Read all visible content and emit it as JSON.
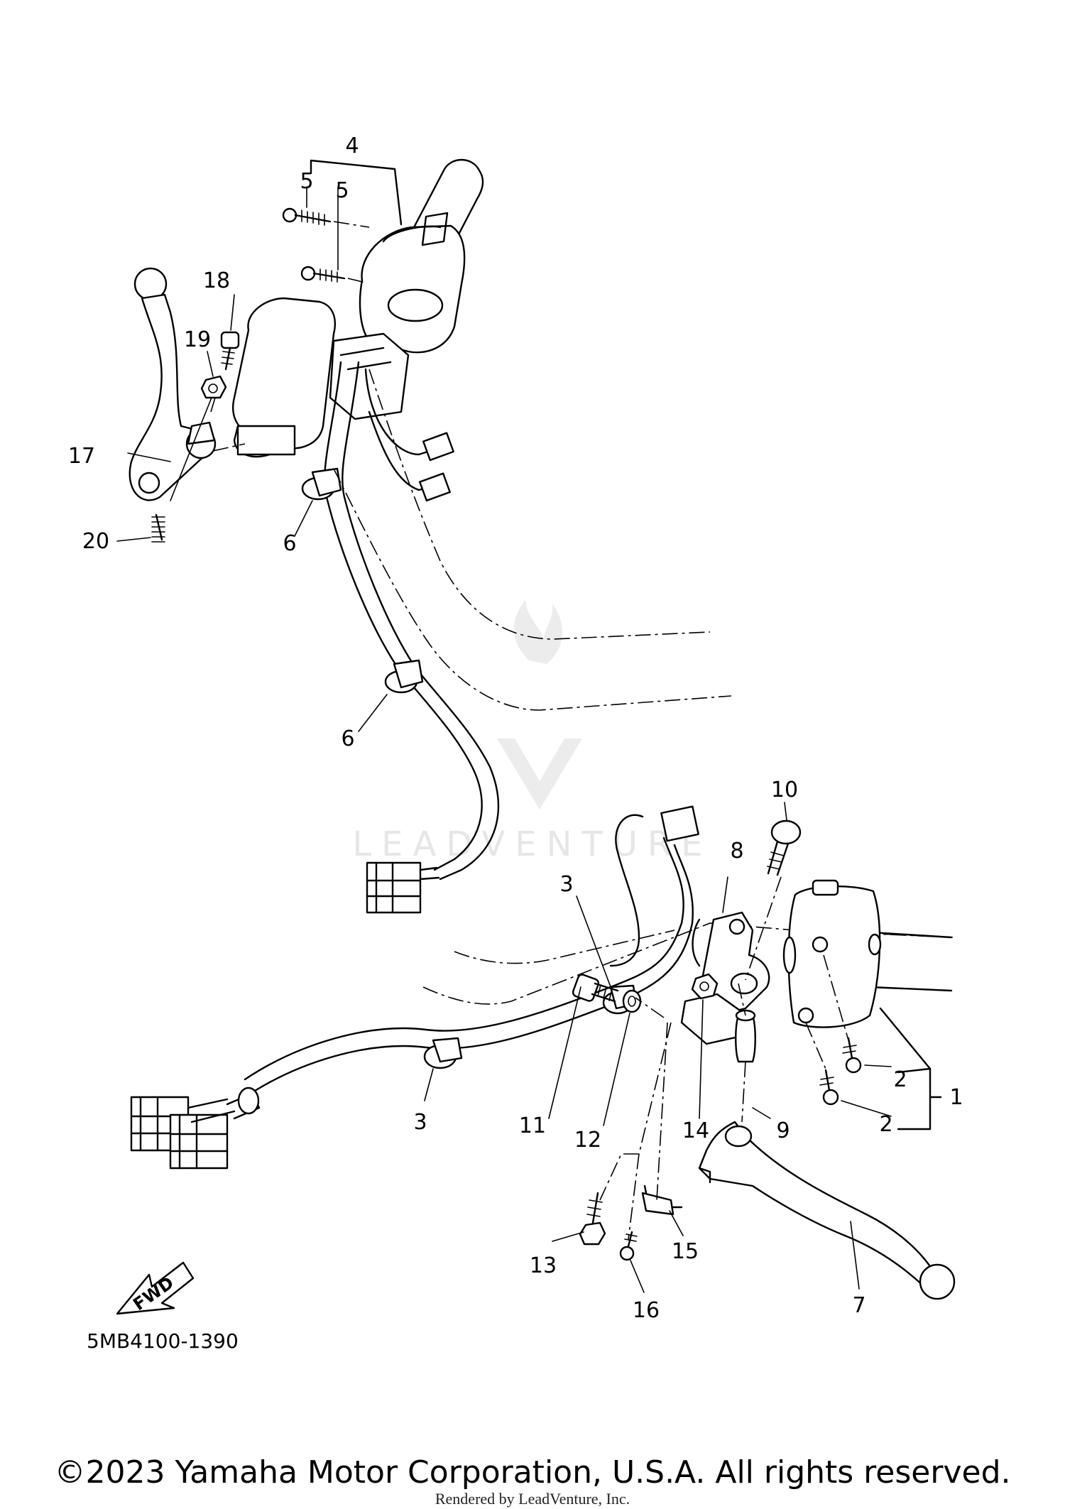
{
  "callouts": [
    {
      "id": "c4",
      "label": "4"
    },
    {
      "id": "c5a",
      "label": "5"
    },
    {
      "id": "c5b",
      "label": "5"
    },
    {
      "id": "c18",
      "label": "18"
    },
    {
      "id": "c19",
      "label": "19"
    },
    {
      "id": "c17",
      "label": "17"
    },
    {
      "id": "c20",
      "label": "20"
    },
    {
      "id": "c6a",
      "label": "6"
    },
    {
      "id": "c6b",
      "label": "6"
    },
    {
      "id": "c10",
      "label": "10"
    },
    {
      "id": "c8",
      "label": "8"
    },
    {
      "id": "c3a",
      "label": "3"
    },
    {
      "id": "c3b",
      "label": "3"
    },
    {
      "id": "c1",
      "label": "1"
    },
    {
      "id": "c2a",
      "label": "2"
    },
    {
      "id": "c2b",
      "label": "2"
    },
    {
      "id": "c11",
      "label": "11"
    },
    {
      "id": "c12",
      "label": "12"
    },
    {
      "id": "c14",
      "label": "14"
    },
    {
      "id": "c9",
      "label": "9"
    },
    {
      "id": "c13",
      "label": "13"
    },
    {
      "id": "c15",
      "label": "15"
    },
    {
      "id": "c16",
      "label": "16"
    },
    {
      "id": "c7",
      "label": "7"
    }
  ],
  "fwd_label": "FWD",
  "diagram_code": "5MB4100-1390",
  "watermark_text": "LEADVENTURE",
  "copyright": "©2023 Yamaha Motor Corporation, U.S.A. All rights reserved.",
  "rendered_by": "Rendered by LeadVenture, Inc."
}
